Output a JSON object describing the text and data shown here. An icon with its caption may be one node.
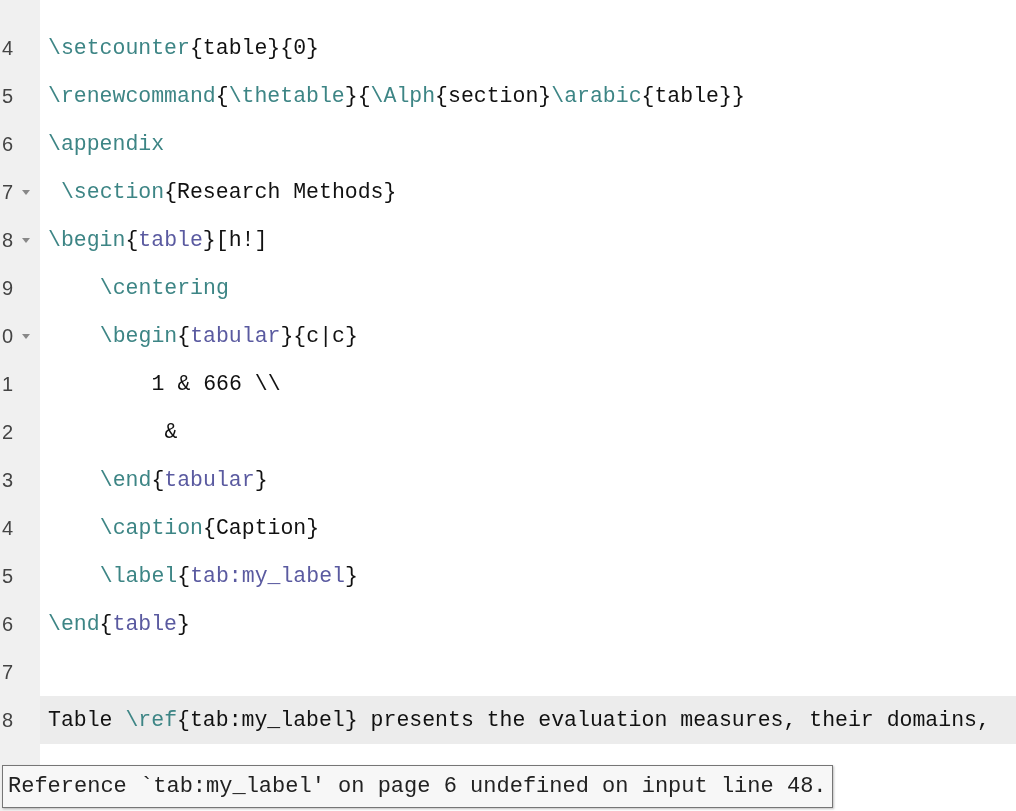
{
  "diagram": {
    "nodes": [
      {
        "text": [
          "Reference `tab:my_label' on page 6 undefined on input line 48."
        ]
      }
    ],
    "labels": [
      "4",
      "\\setcounter{table}{0}",
      "5",
      "\\renewcommand{\\thetable}{\\Alph{section}\\arabic{table}}",
      "6",
      "\\appendix",
      "7",
      "\\section{Research Methods}",
      "8",
      "\\begin{table}[h!]",
      "9",
      "\\centering",
      "0",
      "\\begin{tabular}{c|c}",
      "1",
      "1 & 666 \\\\",
      "2",
      "&",
      "3",
      "\\end{tabular}",
      "4",
      "\\caption{Caption}",
      "5",
      "\\label{tab:my_label}",
      "6",
      "\\end{table}",
      "7",
      "8",
      "Table \\ref{tab:my_label} presents the evaluation measures, their domains,"
    ]
  }
}
